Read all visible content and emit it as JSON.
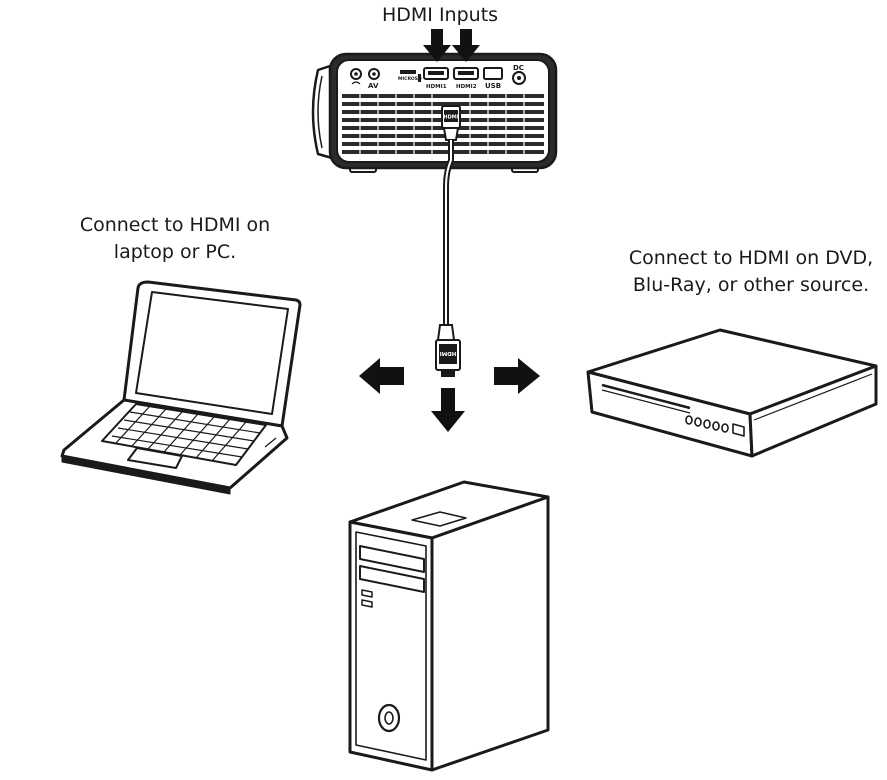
{
  "captions": {
    "inputs": "HDMI Inputs",
    "laptop_line1": "Connect to HDMI on",
    "laptop_line2": "laptop or PC.",
    "source_line1": "Connect to HDMI on DVD,",
    "source_line2": "Blu-Ray, or other source."
  },
  "port_labels": {
    "av": "AV",
    "micro_sd": "MICROSD",
    "hdmi1": "HDMI1",
    "hdmi2": "HDMI2",
    "usb": "USB",
    "dc": "DC"
  },
  "connector_label": "HDMI",
  "colors": {
    "ink": "#1a1a1a",
    "paper": "#ffffff",
    "body_dark": "#2b2b2b",
    "vent": "#cfcfcf"
  }
}
